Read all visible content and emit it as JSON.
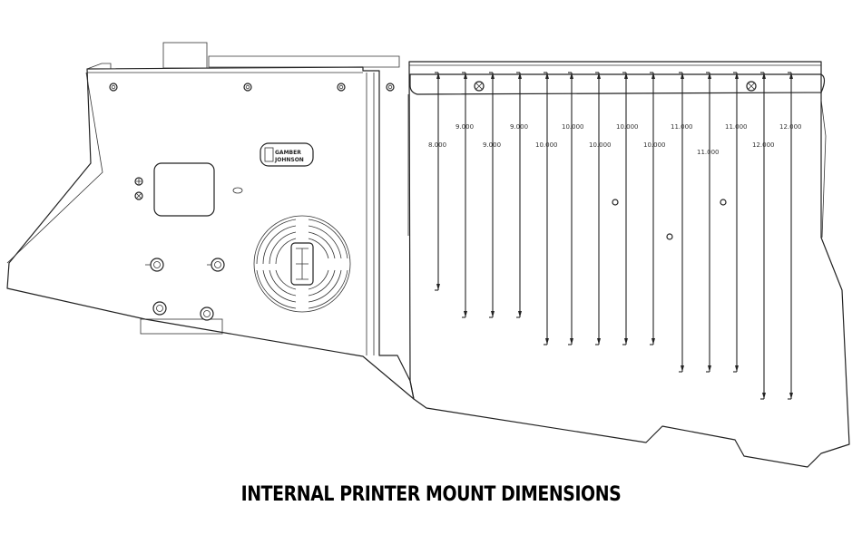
{
  "caption": "INTERNAL PRINTER MOUNT DIMENSIONS",
  "logo_text": "GAMBER JOHNSON",
  "dimensions": [
    {
      "label": "8.000"
    },
    {
      "label": "9.000"
    },
    {
      "label": "9.000"
    },
    {
      "label": "9.000"
    },
    {
      "label": "10.000"
    },
    {
      "label": "10.000"
    },
    {
      "label": "10.000"
    },
    {
      "label": "10.000"
    },
    {
      "label": "10.000"
    },
    {
      "label": "11.000"
    },
    {
      "label": "11.000"
    },
    {
      "label": "11.000"
    },
    {
      "label": "12.000"
    },
    {
      "label": "12.000"
    }
  ],
  "colors": {
    "line": "#222222",
    "background": "#ffffff"
  }
}
